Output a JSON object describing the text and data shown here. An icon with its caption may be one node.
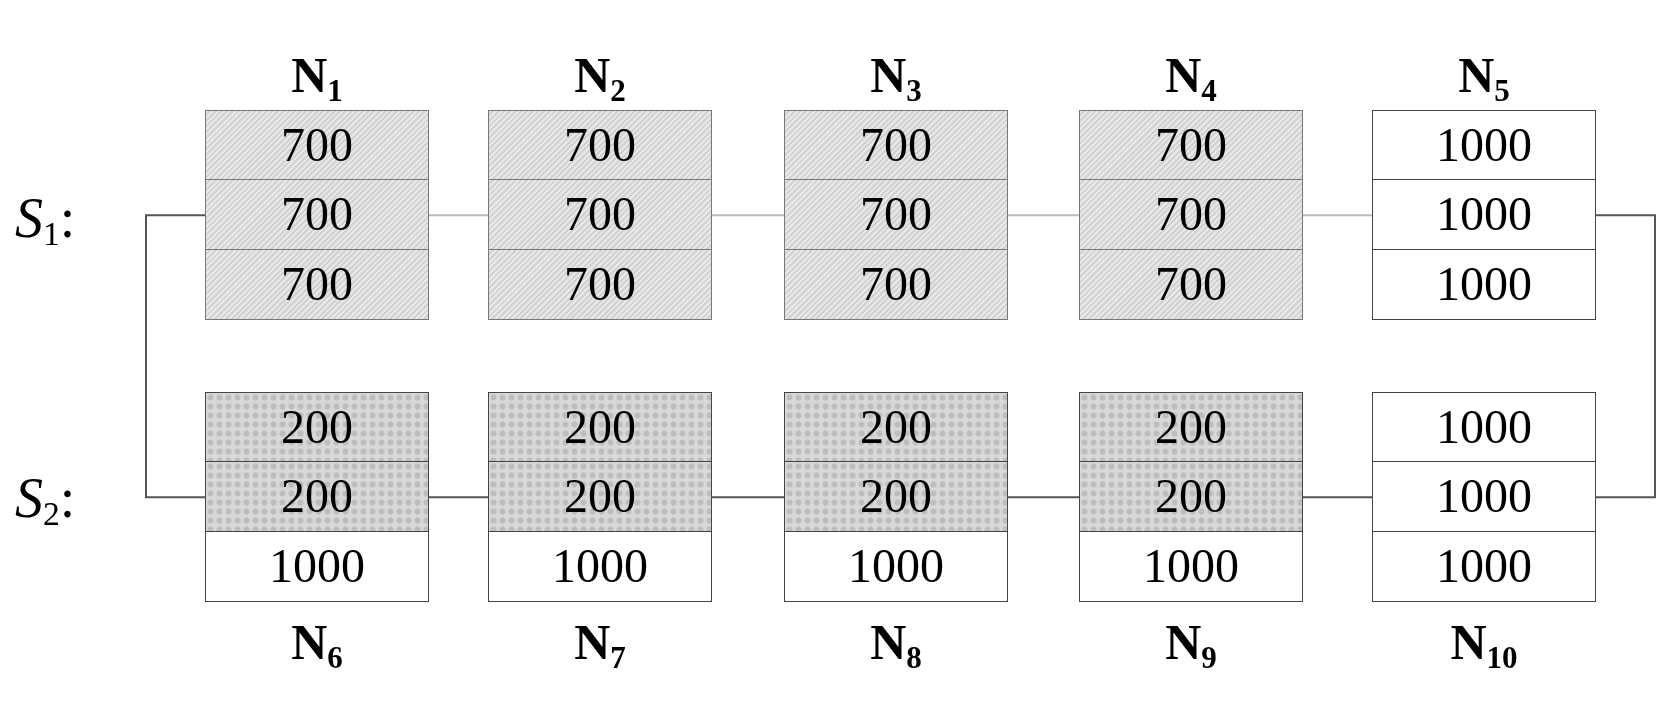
{
  "diagram": {
    "nodes": [
      {
        "text": [
          "N$_{1}$"
        ]
      },
      {
        "text": [
          "700"
        ],
        "in": 0
      },
      {
        "text": [
          "700"
        ],
        "in": 0
      },
      {
        "text": [
          "700"
        ],
        "in": 0
      },
      {
        "text": [
          "N$_{2}$"
        ]
      },
      {
        "text": [
          "700"
        ],
        "in": 4
      },
      {
        "text": [
          "700"
        ],
        "in": 4
      },
      {
        "text": [
          "700"
        ],
        "in": 4
      },
      {
        "text": [
          "N$_{3}$"
        ]
      },
      {
        "text": [
          "700"
        ],
        "in": 8
      },
      {
        "text": [
          "700"
        ],
        "in": 8
      },
      {
        "text": [
          "700"
        ],
        "in": 8
      },
      {
        "text": [
          "N$_{4}$"
        ]
      },
      {
        "text": [
          "700"
        ],
        "in": 12
      },
      {
        "text": [
          "700"
        ],
        "in": 12
      },
      {
        "text": [
          "700"
        ],
        "in": 12
      },
      {
        "text": [
          "N$_{5}$"
        ]
      },
      {
        "text": [
          "1000"
        ],
        "in": 16
      },
      {
        "text": [
          "1000"
        ],
        "in": 16
      },
      {
        "text": [
          "1000"
        ],
        "in": 16
      },
      {
        "text": [
          "N$_{6}$"
        ]
      },
      {
        "text": [
          "200"
        ],
        "in": 20
      },
      {
        "text": [
          "200"
        ],
        "in": 20
      },
      {
        "text": [
          "1000"
        ],
        "in": 20
      },
      {
        "text": [
          "N$_{7}$"
        ]
      },
      {
        "text": [
          "200"
        ],
        "in": 24
      },
      {
        "text": [
          "200"
        ],
        "in": 24
      },
      {
        "text": [
          "1000"
        ],
        "in": 24
      },
      {
        "text": [
          "N$_{8}$"
        ]
      },
      {
        "text": [
          "200"
        ],
        "in": 28
      },
      {
        "text": [
          "200"
        ],
        "in": 28
      },
      {
        "text": [
          "1000"
        ],
        "in": 28
      },
      {
        "text": [
          "N$_{9}$"
        ]
      },
      {
        "text": [
          "200"
        ],
        "in": 32
      },
      {
        "text": [
          "200"
        ],
        "in": 32
      },
      {
        "text": [
          "1000"
        ],
        "in": 32
      },
      {
        "text": [
          "N$_{10}$"
        ]
      },
      {
        "text": [
          "1000"
        ],
        "in": 36
      },
      {
        "text": [
          "1000"
        ],
        "in": 36
      },
      {
        "text": [
          "1000"
        ],
        "in": 36
      }
    ],
    "edges": [
      {
        "from": 0,
        "to": 4,
        "arrow": "none",
        "color": "#bbbbbb"
      },
      {
        "from": 4,
        "to": 8,
        "arrow": "none",
        "color": "#bbbbbb"
      },
      {
        "from": 8,
        "to": 12,
        "arrow": "none",
        "color": "#bbbbbb"
      },
      {
        "from": 12,
        "to": 16,
        "arrow": "none",
        "color": "#bbbbbb"
      },
      {
        "from": 16,
        "to": 36,
        "arrow": "none"
      },
      {
        "from": 20,
        "to": 24,
        "arrow": "none"
      },
      {
        "from": 24,
        "to": 28,
        "arrow": "none"
      },
      {
        "from": 28,
        "to": 32,
        "arrow": "none"
      },
      {
        "from": 32,
        "to": 36,
        "arrow": "none"
      },
      {
        "from": 0,
        "to": 20,
        "arrow": "none"
      }
    ],
    "labels": [
      "*S*$_{1}$:",
      "*S*$_{2}$:"
    ]
  }
}
